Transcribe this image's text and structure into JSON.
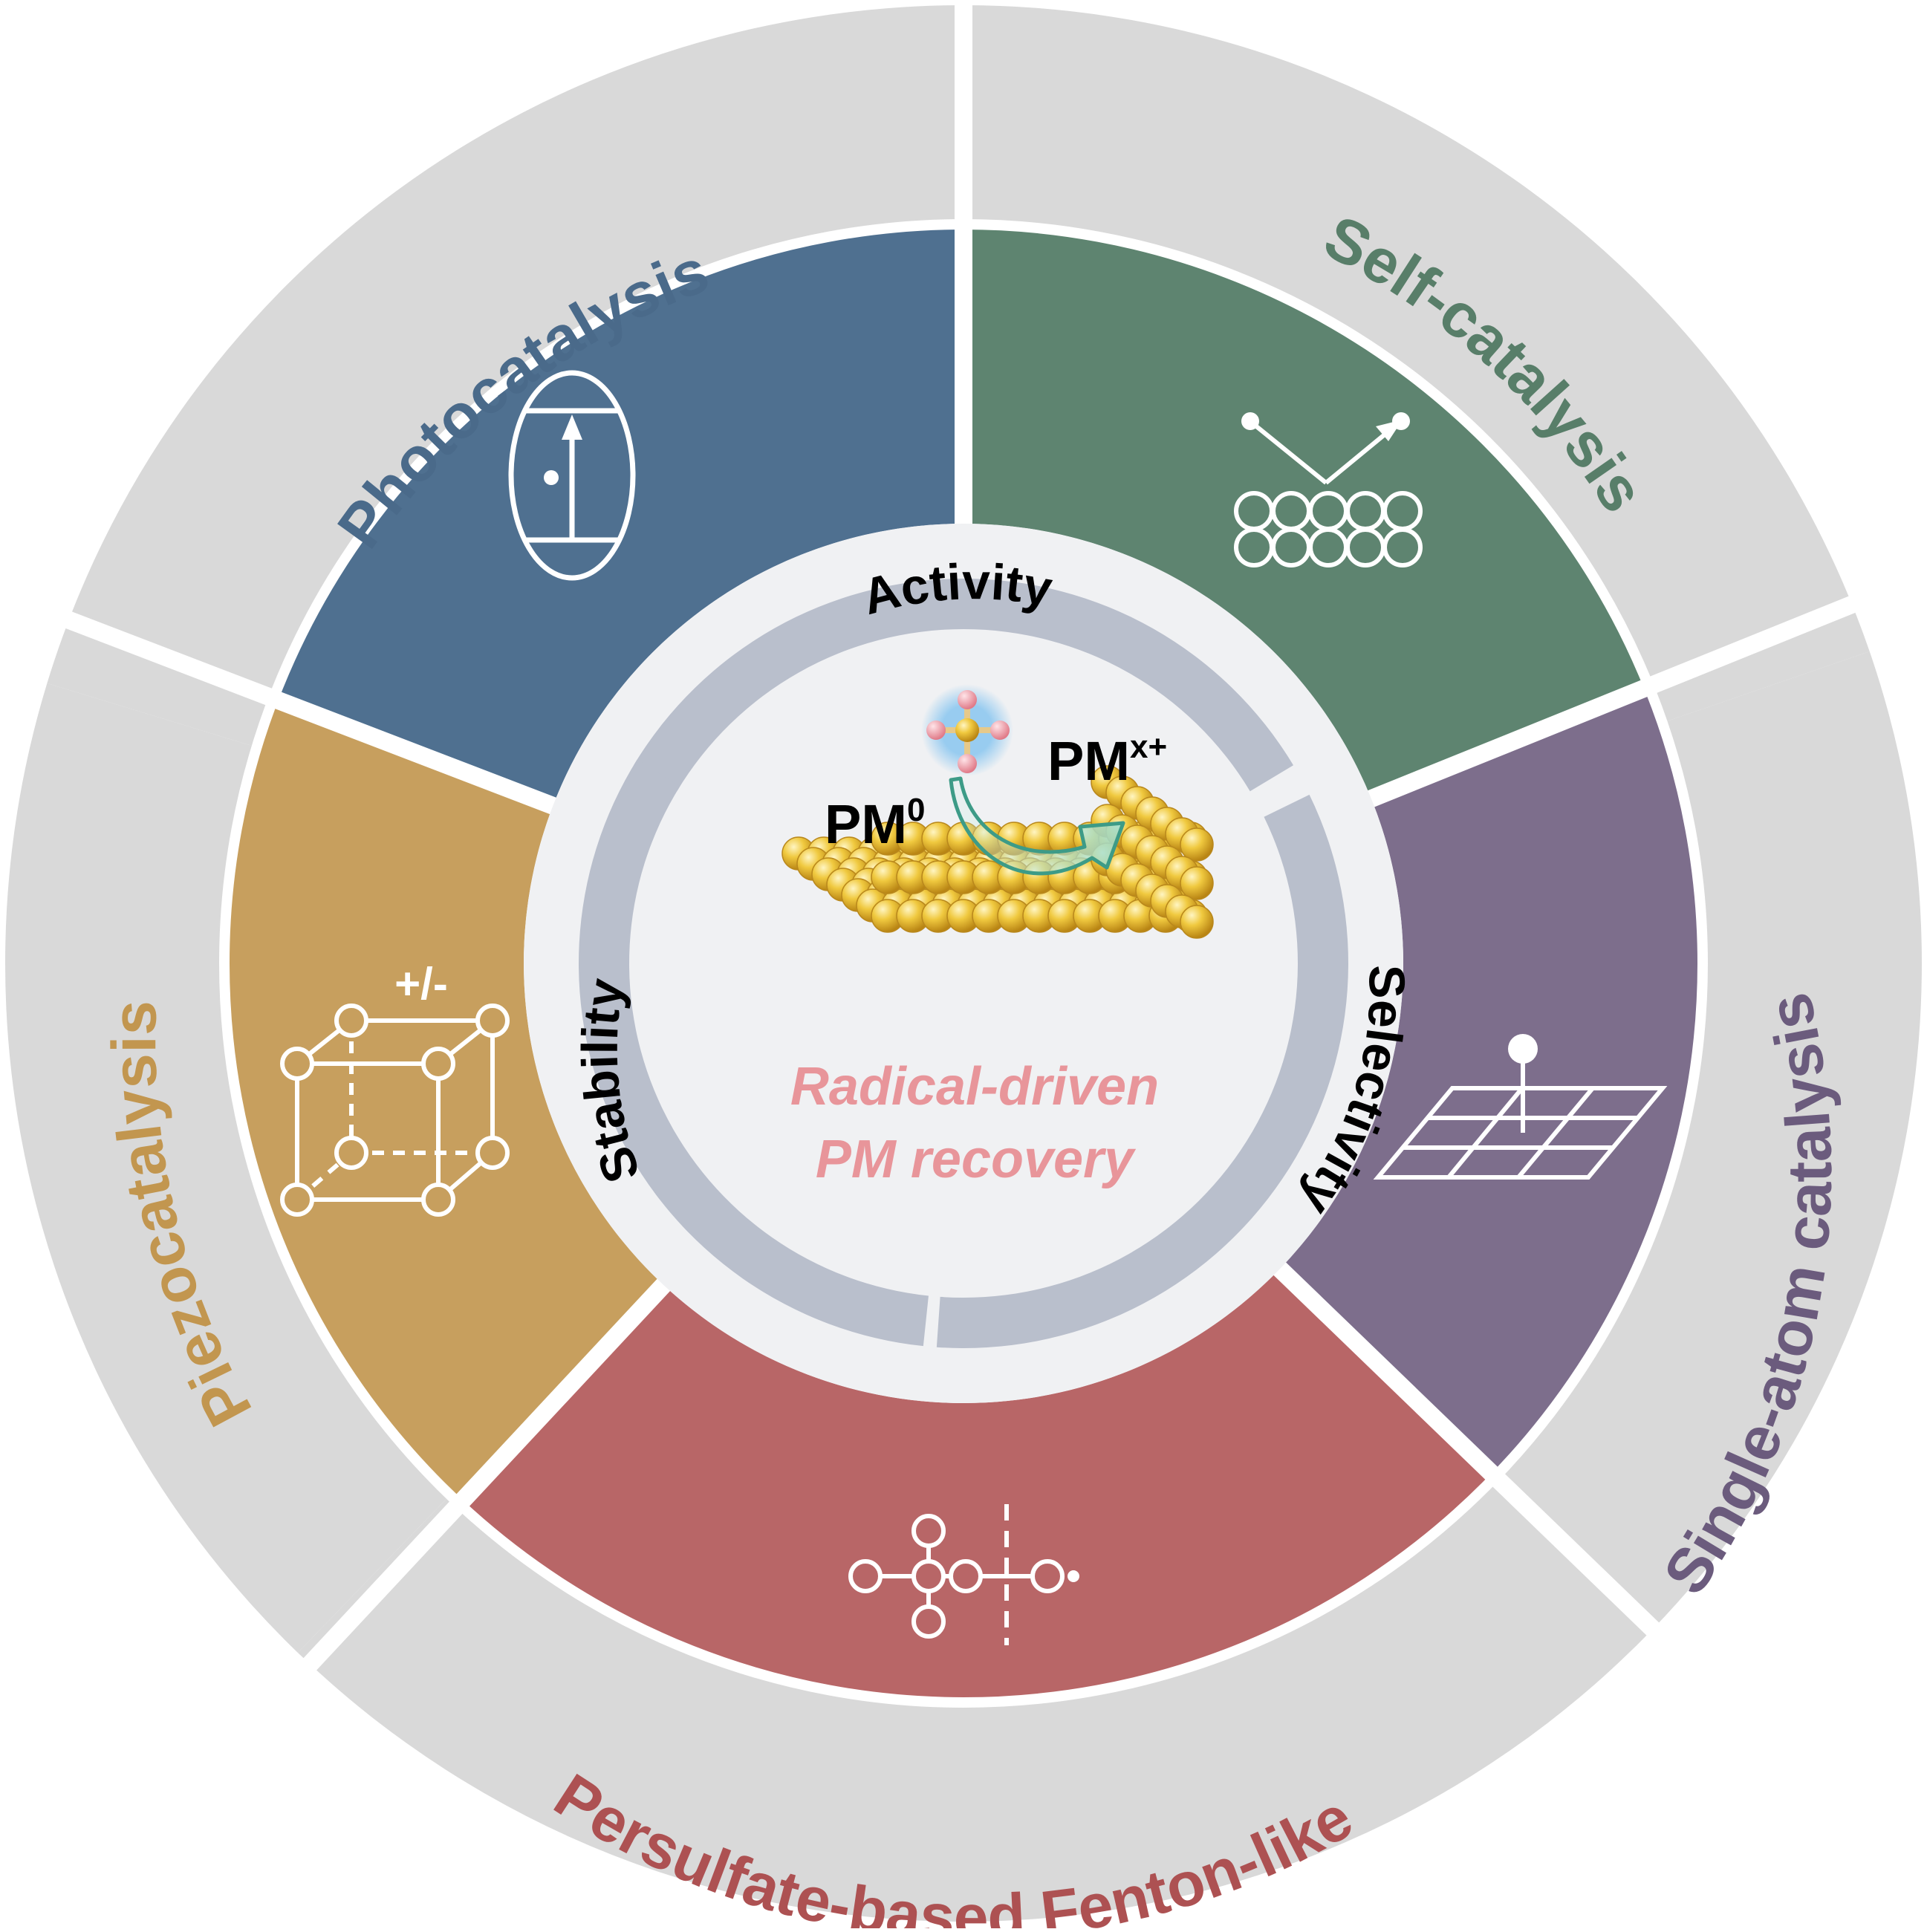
{
  "center": {
    "label_line1": "Radical-driven",
    "label_line2": "PM recovery",
    "pm_zero": "PM",
    "pm_zero_sup": "0",
    "pm_ion": "PM",
    "pm_ion_sup": "x+"
  },
  "ring": {
    "activity": "Activity",
    "selectivity": "Selectivity",
    "stability": "Stability"
  },
  "segments": [
    {
      "key": "photo",
      "label": "Photocatalysis",
      "color": "#4f7090",
      "label_color": "#4a6a8a",
      "icon": "band-gap-icon"
    },
    {
      "key": "self",
      "label": "Self-catalysis",
      "color": "#5e8470",
      "label_color": "#587e69",
      "icon": "surface-reaction-icon"
    },
    {
      "key": "sac",
      "label": "Single-atom catalysis",
      "color": "#7d6e8c",
      "label_color": "#6b5b7d",
      "icon": "single-atom-icon"
    },
    {
      "key": "fenton",
      "label": "Persulfate-based Fenton-like",
      "color": "#b86667",
      "label_color": "#ad5152",
      "icon": "persulfate-icon"
    },
    {
      "key": "piezo",
      "label": "Piezocatalysis",
      "color": "#c79f5e",
      "label_color": "#c2964f",
      "icon": "piezo-lattice-icon"
    }
  ],
  "piezo_icon_label": "+/-",
  "colors": {
    "outer_band": "#d9d9d9",
    "inner_ring": "#b9bfcc",
    "center_fill": "#f0f1f3",
    "center_label": "#e8959a",
    "gold": "#e3b53a",
    "arrow": "#3d9b87"
  }
}
